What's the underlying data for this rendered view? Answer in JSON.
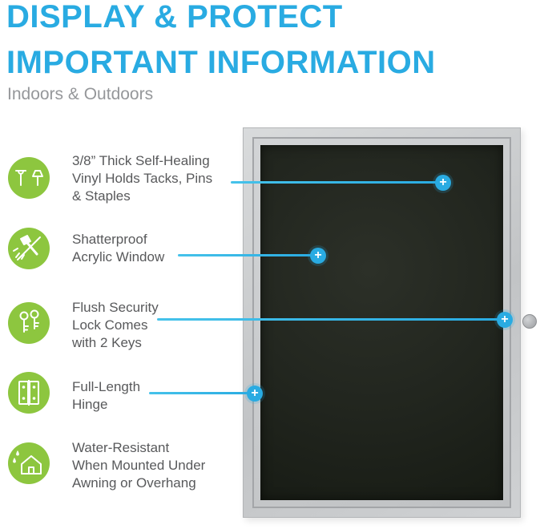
{
  "header": {
    "title_line1": "DISPLAY & PROTECT",
    "title_line2": "IMPORTANT INFORMATION",
    "subtitle": "Indoors & Outdoors"
  },
  "features": [
    {
      "icon": "tacks-pins-icon",
      "text": "3/8” Thick Self-Healing\nVinyl Holds Tacks, Pins\n& Staples"
    },
    {
      "icon": "shatterproof-icon",
      "text": "Shatterproof\nAcrylic Window"
    },
    {
      "icon": "keys-lock-icon",
      "text": "Flush Security\nLock Comes\nwith 2 Keys"
    },
    {
      "icon": "hinge-icon",
      "text": "Full-Length\nHinge"
    },
    {
      "icon": "house-water-icon",
      "text": "Water-Resistant\nWhen Mounted Under\nAwning or Overhang"
    }
  ],
  "markers": {
    "plus": "+"
  },
  "colors": {
    "accent_cyan": "#29ABE2",
    "icon_green": "#8DC63F",
    "board_frame_gray": "#C8CACC",
    "board_surface_dark": "#21251E",
    "text_gray": "#58595B"
  }
}
